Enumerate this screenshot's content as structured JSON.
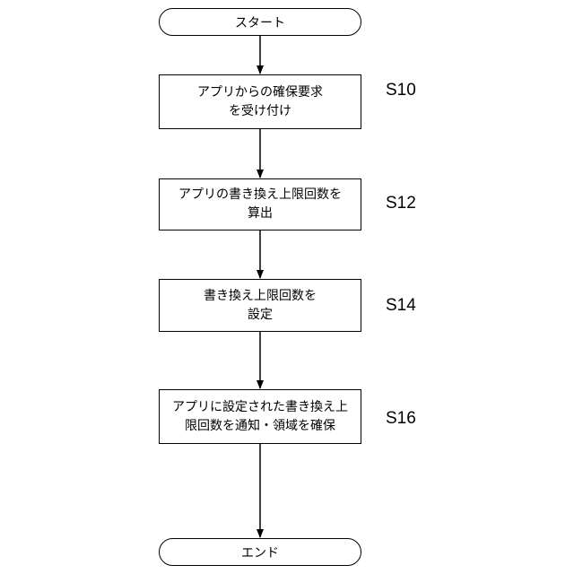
{
  "start": {
    "label": "スタート"
  },
  "end": {
    "label": "エンド"
  },
  "steps": [
    {
      "id": "S10",
      "lines": [
        "アプリからの確保要求",
        "を受け付け"
      ]
    },
    {
      "id": "S12",
      "lines": [
        "アプリの書き換え上限回数を",
        "算出"
      ]
    },
    {
      "id": "S14",
      "lines": [
        "書き換え上限回数を",
        "設定"
      ]
    },
    {
      "id": "S16",
      "lines": [
        "アプリに設定された書き換え上",
        "限回数を通知・領域を確保"
      ]
    }
  ]
}
